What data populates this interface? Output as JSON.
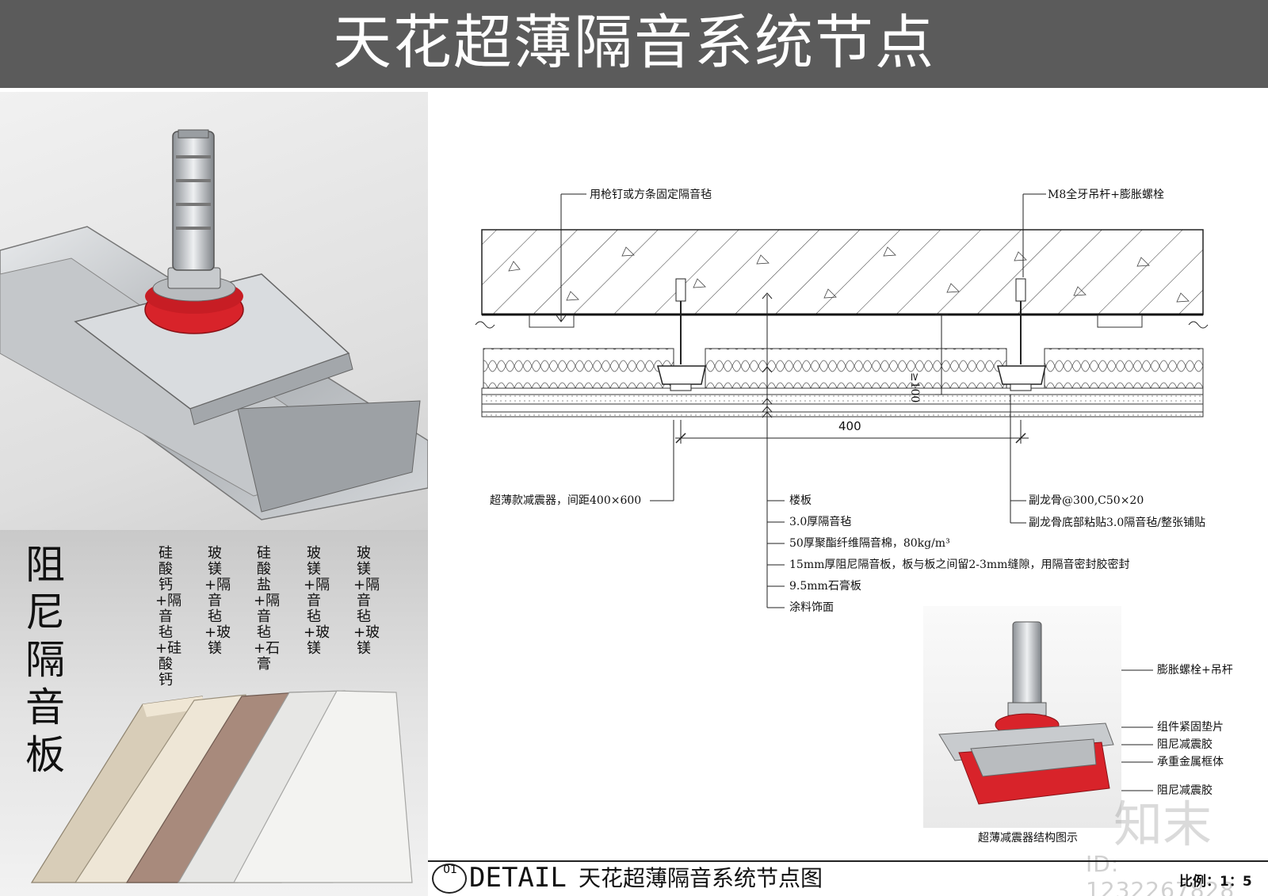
{
  "title": "天花超薄隔音系统节点",
  "left_panel": {
    "damping_board_title": "阻尼隔音板",
    "board_types": [
      "硅酸钙+隔音毡+硅酸钙",
      "玻镁+隔音毡+玻镁",
      "硅酸盐+隔音毡+石膏",
      "玻镁+隔音毡+玻镁",
      "玻镁+隔音毡+玻镁"
    ]
  },
  "drawing": {
    "callout_top_left": "用枪钉或方条固定隔音毡",
    "callout_top_right": "M8全牙吊杆+膨胀螺栓",
    "dim_height": "≥100",
    "dim_width": "400",
    "callout_damper": "超薄款减震器，间距400×600",
    "layers": [
      "楼板",
      "3.0厚隔音毡",
      "50厚聚酯纤维隔音棉，80kg/m³",
      "15mm厚阻尼隔音板，板与板之间留2-3mm缝隙，用隔音密封胶密封",
      "9.5mm石膏板",
      "涂料饰面"
    ],
    "callout_sub_keel": "副龙骨@300,C50×20",
    "callout_sub_keel_bottom": "副龙骨底部粘贴3.0隔音毡/整张铺贴"
  },
  "structure_diagram": {
    "labels": [
      "膨胀螺栓+吊杆",
      "组件紧固垫片",
      "阻尼减震胶",
      "承重金属框体",
      "阻尼减震胶"
    ],
    "caption": "超薄减震器结构图示"
  },
  "footer": {
    "detail_number": "01",
    "detail_word": "DETAIL",
    "detail_title": "天花超薄隔音系统节点图",
    "scale": "比例：1：5"
  },
  "watermarks": {
    "brand": "知末",
    "id": "ID: 1232267828"
  },
  "colors": {
    "title_bar": "#5b5b5b",
    "damper_red": "#d8232a",
    "steel": "#b9bcbf"
  }
}
